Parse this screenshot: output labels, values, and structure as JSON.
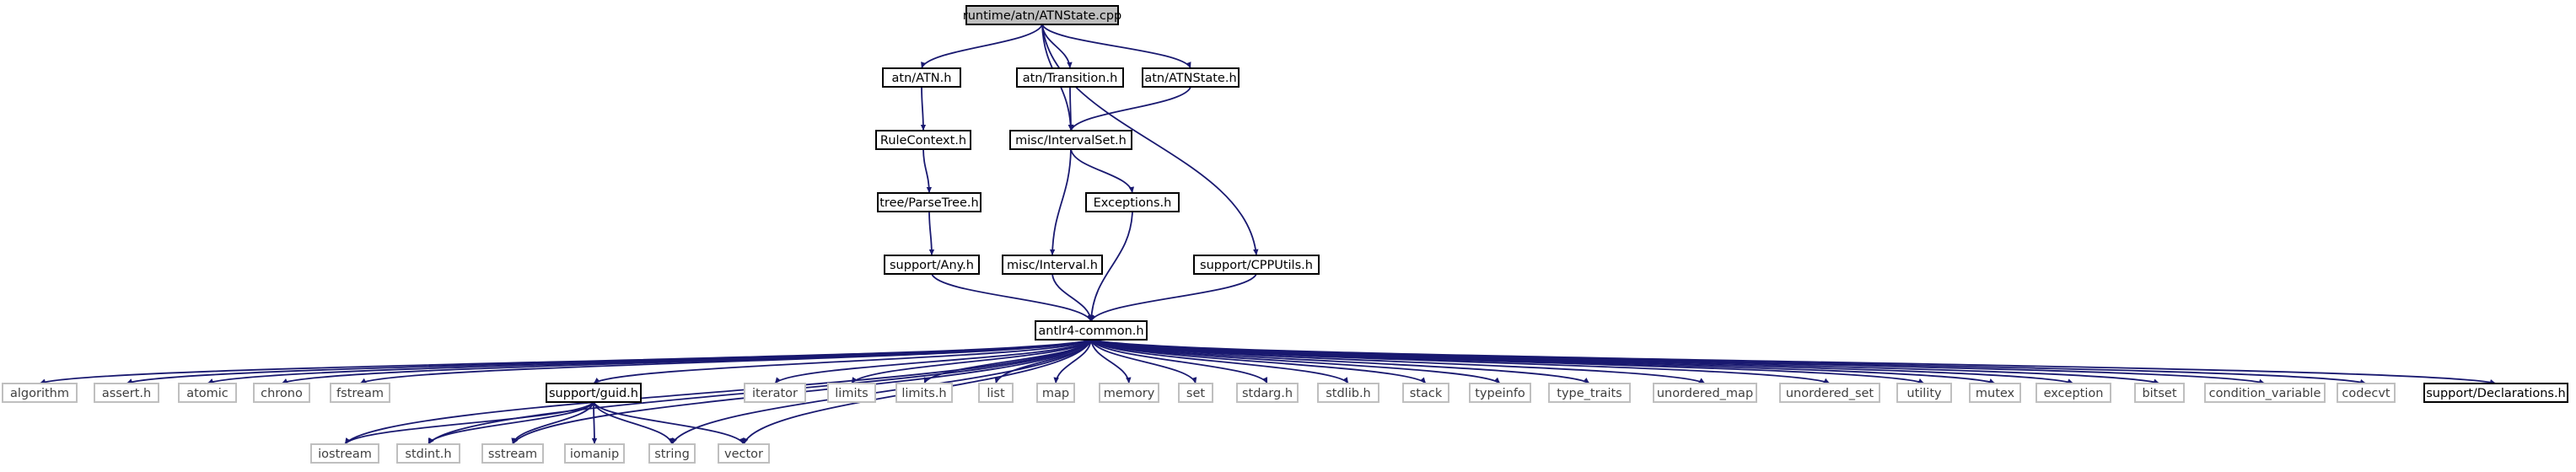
{
  "colors": {
    "edge": "#191970",
    "node_border": "#000000",
    "ext_border": "#bfbfbf",
    "root_fill": "#bfbfbf",
    "node_fill": "#ffffff",
    "text": "#000000",
    "ext_text": "#3f3f3f"
  },
  "nodes": [
    {
      "id": "root",
      "label": "runtime/atn/ATNState.cpp",
      "kind": "root"
    },
    {
      "id": "atn_h",
      "label": "atn/ATN.h",
      "kind": "internal"
    },
    {
      "id": "transition_h",
      "label": "atn/Transition.h",
      "kind": "internal"
    },
    {
      "id": "atnstate_h",
      "label": "atn/ATNState.h",
      "kind": "internal"
    },
    {
      "id": "rulecontext_h",
      "label": "RuleContext.h",
      "kind": "internal"
    },
    {
      "id": "intervalset_h",
      "label": "misc/IntervalSet.h",
      "kind": "internal"
    },
    {
      "id": "parsetree_h",
      "label": "tree/ParseTree.h",
      "kind": "internal"
    },
    {
      "id": "exceptions_h",
      "label": "Exceptions.h",
      "kind": "internal"
    },
    {
      "id": "any_h",
      "label": "support/Any.h",
      "kind": "internal"
    },
    {
      "id": "interval_h",
      "label": "misc/Interval.h",
      "kind": "internal"
    },
    {
      "id": "cpputils_h",
      "label": "support/CPPUtils.h",
      "kind": "internal"
    },
    {
      "id": "common_h",
      "label": "antlr4-common.h",
      "kind": "internal"
    },
    {
      "id": "algorithm",
      "label": "algorithm",
      "kind": "external"
    },
    {
      "id": "assert_h",
      "label": "assert.h",
      "kind": "external"
    },
    {
      "id": "atomic",
      "label": "atomic",
      "kind": "external"
    },
    {
      "id": "chrono",
      "label": "chrono",
      "kind": "external"
    },
    {
      "id": "fstream",
      "label": "fstream",
      "kind": "external"
    },
    {
      "id": "guid_h",
      "label": "support/guid.h",
      "kind": "internal"
    },
    {
      "id": "iterator",
      "label": "iterator",
      "kind": "external"
    },
    {
      "id": "limits",
      "label": "limits",
      "kind": "external"
    },
    {
      "id": "limits_h",
      "label": "limits.h",
      "kind": "external"
    },
    {
      "id": "list",
      "label": "list",
      "kind": "external"
    },
    {
      "id": "map",
      "label": "map",
      "kind": "external"
    },
    {
      "id": "memory",
      "label": "memory",
      "kind": "external"
    },
    {
      "id": "set",
      "label": "set",
      "kind": "external"
    },
    {
      "id": "stdarg_h",
      "label": "stdarg.h",
      "kind": "external"
    },
    {
      "id": "stdlib_h",
      "label": "stdlib.h",
      "kind": "external"
    },
    {
      "id": "stack",
      "label": "stack",
      "kind": "external"
    },
    {
      "id": "typeinfo",
      "label": "typeinfo",
      "kind": "external"
    },
    {
      "id": "type_traits",
      "label": "type_traits",
      "kind": "external"
    },
    {
      "id": "unordered_map",
      "label": "unordered_map",
      "kind": "external"
    },
    {
      "id": "unordered_set",
      "label": "unordered_set",
      "kind": "external"
    },
    {
      "id": "utility",
      "label": "utility",
      "kind": "external"
    },
    {
      "id": "mutex",
      "label": "mutex",
      "kind": "external"
    },
    {
      "id": "exception",
      "label": "exception",
      "kind": "external"
    },
    {
      "id": "bitset",
      "label": "bitset",
      "kind": "external"
    },
    {
      "id": "condition_variable",
      "label": "condition_variable",
      "kind": "external"
    },
    {
      "id": "codecvt",
      "label": "codecvt",
      "kind": "external"
    },
    {
      "id": "declarations_h",
      "label": "support/Declarations.h",
      "kind": "internal"
    },
    {
      "id": "iostream",
      "label": "iostream",
      "kind": "external"
    },
    {
      "id": "stdint_h",
      "label": "stdint.h",
      "kind": "external"
    },
    {
      "id": "sstream",
      "label": "sstream",
      "kind": "external"
    },
    {
      "id": "iomanip",
      "label": "iomanip",
      "kind": "external"
    },
    {
      "id": "string",
      "label": "string",
      "kind": "external"
    },
    {
      "id": "vector",
      "label": "vector",
      "kind": "external"
    }
  ],
  "edges": [
    [
      "root",
      "atn_h"
    ],
    [
      "root",
      "transition_h"
    ],
    [
      "root",
      "atnstate_h"
    ],
    [
      "root",
      "intervalset_h"
    ],
    [
      "root",
      "cpputils_h"
    ],
    [
      "atn_h",
      "rulecontext_h"
    ],
    [
      "transition_h",
      "intervalset_h"
    ],
    [
      "atnstate_h",
      "intervalset_h"
    ],
    [
      "rulecontext_h",
      "parsetree_h"
    ],
    [
      "parsetree_h",
      "any_h"
    ],
    [
      "intervalset_h",
      "exceptions_h"
    ],
    [
      "intervalset_h",
      "interval_h"
    ],
    [
      "any_h",
      "common_h"
    ],
    [
      "exceptions_h",
      "common_h"
    ],
    [
      "interval_h",
      "common_h"
    ],
    [
      "cpputils_h",
      "common_h"
    ],
    [
      "common_h",
      "algorithm"
    ],
    [
      "common_h",
      "assert_h"
    ],
    [
      "common_h",
      "atomic"
    ],
    [
      "common_h",
      "chrono"
    ],
    [
      "common_h",
      "fstream"
    ],
    [
      "common_h",
      "guid_h"
    ],
    [
      "common_h",
      "iostream"
    ],
    [
      "common_h",
      "stdint_h"
    ],
    [
      "common_h",
      "sstream"
    ],
    [
      "common_h",
      "string"
    ],
    [
      "common_h",
      "vector"
    ],
    [
      "common_h",
      "iterator"
    ],
    [
      "common_h",
      "limits"
    ],
    [
      "common_h",
      "limits_h"
    ],
    [
      "common_h",
      "list"
    ],
    [
      "common_h",
      "map"
    ],
    [
      "common_h",
      "memory"
    ],
    [
      "common_h",
      "set"
    ],
    [
      "common_h",
      "stdarg_h"
    ],
    [
      "common_h",
      "stdlib_h"
    ],
    [
      "common_h",
      "stack"
    ],
    [
      "common_h",
      "typeinfo"
    ],
    [
      "common_h",
      "type_traits"
    ],
    [
      "common_h",
      "unordered_map"
    ],
    [
      "common_h",
      "unordered_set"
    ],
    [
      "common_h",
      "utility"
    ],
    [
      "common_h",
      "mutex"
    ],
    [
      "common_h",
      "exception"
    ],
    [
      "common_h",
      "bitset"
    ],
    [
      "common_h",
      "condition_variable"
    ],
    [
      "common_h",
      "codecvt"
    ],
    [
      "common_h",
      "declarations_h"
    ],
    [
      "guid_h",
      "iostream"
    ],
    [
      "guid_h",
      "stdint_h"
    ],
    [
      "guid_h",
      "sstream"
    ],
    [
      "guid_h",
      "iomanip"
    ],
    [
      "guid_h",
      "string"
    ],
    [
      "guid_h",
      "vector"
    ]
  ]
}
